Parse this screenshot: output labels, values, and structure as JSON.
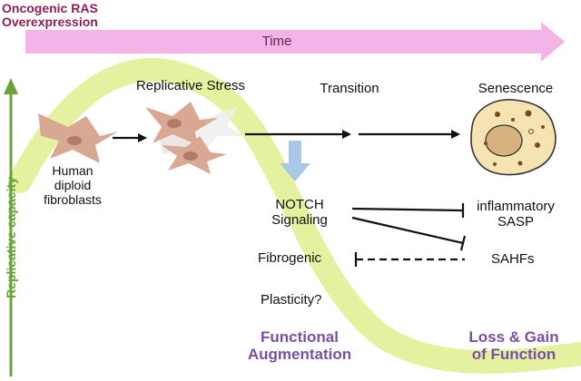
{
  "header": {
    "title_line1": "Oncogenic RAS",
    "title_line2": "Overexpression",
    "time_label": "Time"
  },
  "axis": {
    "ylabel": "Replicative capacity"
  },
  "stages": {
    "replicative_stress": "Replicative Stress",
    "transition": "Transition",
    "senescence": "Senescence"
  },
  "cells": {
    "line1": "Human",
    "line2": "diploid",
    "line3": "fibroblasts"
  },
  "mechanism": {
    "notch_line1": "NOTCH",
    "notch_line2": "Signaling",
    "fibrogenic": "Fibrogenic",
    "plasticity": "Plasticity?",
    "inflammatory": "inflammatory",
    "sasp": "SASP",
    "sahfs": "SAHFs"
  },
  "outcomes": {
    "functional_line1": "Functional",
    "functional_line2": "Augmentation",
    "loss_line1": "Loss & Gain",
    "loss_line2": "of Function"
  },
  "colors": {
    "title": "#8b1e5a",
    "time_arrow": "#f3b3e6",
    "curve": "#e4f2a0",
    "axis": "#6aa33a",
    "notch_arrow": "#a9c8e6",
    "cell": "#d9a893",
    "senescent": "#f6e3b2",
    "purple": "#7a4fa3"
  }
}
